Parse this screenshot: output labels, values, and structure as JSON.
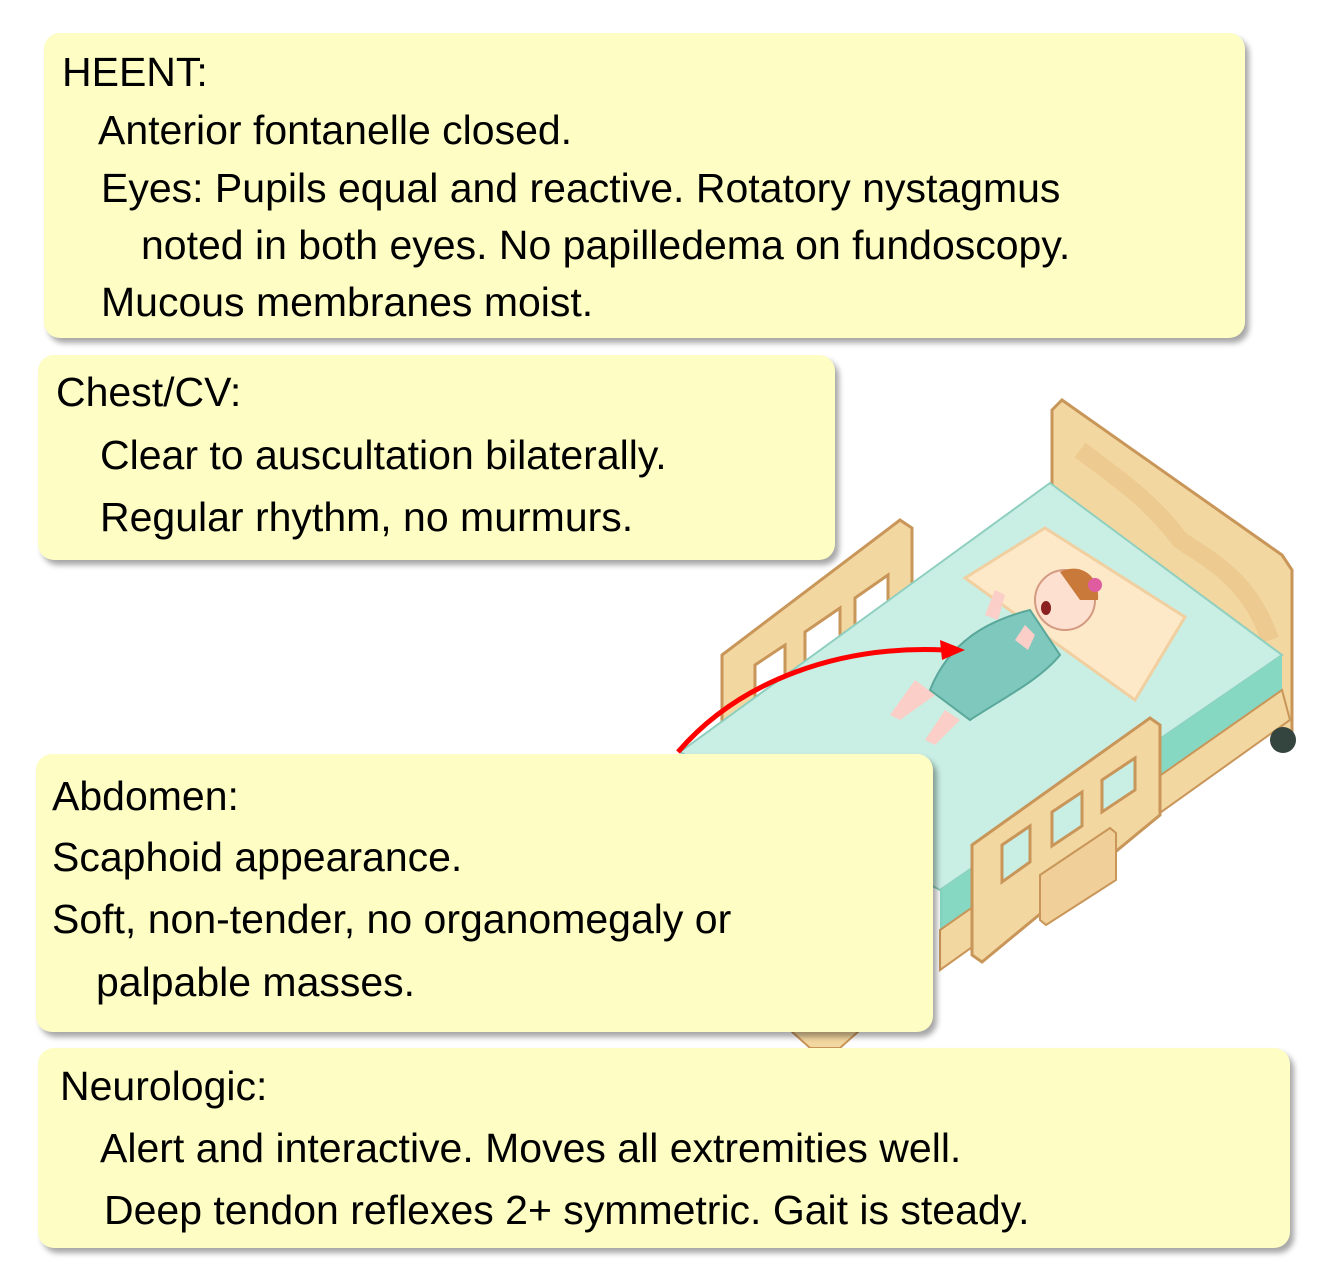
{
  "heent": {
    "title": "HEENT:",
    "lines": [
      "Anterior fontanelle closed.",
      "Eyes: Pupils equal and reactive. Rotatory nystagmus",
      "noted in both eyes. No papilledema on fundoscopy.",
      "Mucous membranes moist."
    ]
  },
  "chest": {
    "title": "Chest/CV:",
    "lines": [
      "Clear to auscultation bilaterally.",
      "Regular rhythm, no murmurs."
    ]
  },
  "abdomen": {
    "title": "Abdomen:",
    "lines": [
      "Scaphoid appearance.",
      "Soft, non-tender, no organomegaly or",
      "palpable masses."
    ]
  },
  "neuro": {
    "title": "Neurologic:",
    "lines": [
      "Alert and interactive. Moves all extremities well.",
      "Deep tendon reflexes 2+ symmetric. Gait is steady."
    ]
  },
  "colors": {
    "box_fill": "#fdfdc4",
    "arrow": "#ff0000",
    "bed_wood": "#f3d7a0",
    "sheet": "#bfe9df"
  }
}
